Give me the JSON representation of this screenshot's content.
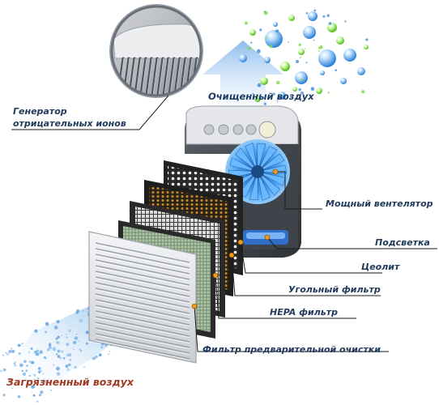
{
  "labels": {
    "ion_generator_line1": "Генератор",
    "ion_generator_line2": "отрицательных ионов",
    "clean_air": "Очищенный воздух",
    "fan": "Мощный вентелятор",
    "backlight": "Подсветка",
    "zeolite": "Цеолит",
    "carbon_filter": "Угольный фильтр",
    "hepa_filter": "HEPA фильтр",
    "prefilter": "Фильтр предварительной очистки",
    "dirty_air": "Загрязненный воздух"
  },
  "colors": {
    "label_text": "#1f3a5a",
    "dirty_air_text": "#a0391f",
    "leader_line": "#1a1a1a",
    "leader_dot": "#f39a1a",
    "air_flow": "#6fa8dc",
    "bubble": "#3d8fdb",
    "bubble_green": "#7fd94a"
  }
}
